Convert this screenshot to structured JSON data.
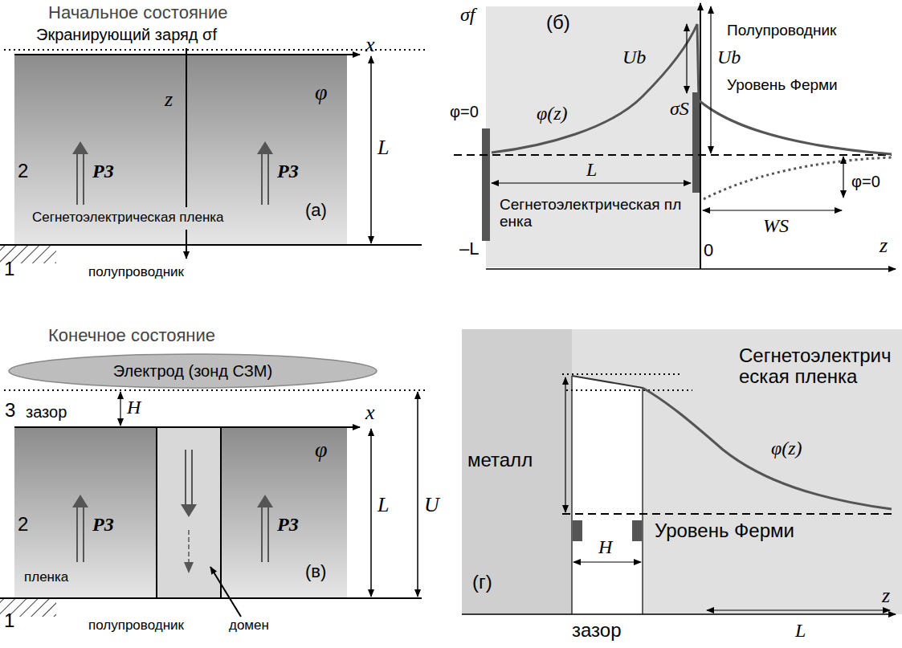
{
  "diagram": {
    "nodes": [
      {
        "text": [
          "Электрод (зонд СЗМ)"
        ]
      }
    ],
    "labels": [
      "Начальное состояние",
      "Экранирующий заряд σf",
      "x",
      "z",
      "2",
      "P3",
      "P3",
      "φ",
      "L",
      "Сегнетоэлектрическая пленка",
      "(а)",
      "1",
      "полупроводник",
      "(б)",
      "σf",
      "Ub",
      "Ub",
      "Полупроводник",
      "φ(z)",
      "Уровень Ферми",
      "σS",
      "φ=0",
      "L",
      "Сегнетоэлектрическая пленка",
      "–L",
      "0",
      "WS",
      "φ=0",
      "z",
      "Конечное состояние",
      "3",
      "зазор",
      "H",
      "x",
      "2",
      "P3",
      "P3",
      "φ",
      "L",
      "U",
      "пленка",
      "(в)",
      "1",
      "полупроводник",
      "домен",
      "металл",
      "Сегнетоэлектрическая пленка",
      "φ(z)",
      "Уровень Ферми",
      "H",
      "(г)",
      "зазор",
      "L",
      "z"
    ]
  }
}
